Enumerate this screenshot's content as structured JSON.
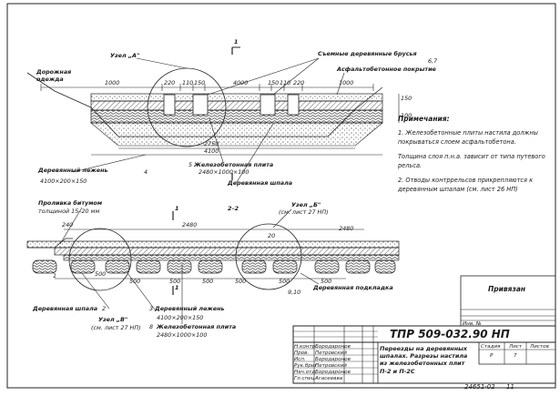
{
  "drawing": {
    "upper_section": {
      "node_a": "Узел „А\"",
      "section_mark_1": "1",
      "removable_bars": "Съемные деревянные брусья",
      "bars_size": "6,7",
      "asphalt_coating": "Асфальтобетонное покрытие",
      "road_surface": "Дорожная одежда",
      "dim_1000_left": "1000",
      "dim_220": "220",
      "dim_110": "110",
      "dim_150": "150",
      "dim_4000": "4000",
      "dim_150b": "150",
      "dim_110b": "110",
      "dim_220b": "220",
      "dim_1000_right": "1000",
      "dim_150_vertical": "150",
      "dim_100_vertical": "100",
      "dim_2750": "2750",
      "dim_4100": "4100",
      "wooden_sleeper_label": "Деревянный лежень",
      "sleeper_size": "4100×200×150",
      "concrete_slab_label": "Железобетонная плита",
      "slab_size": "2480×1000×100",
      "wooden_tie": "Деревянная шпала",
      "num_4": "4",
      "num_5": "5"
    },
    "lower_section": {
      "bitumen_label": "Проливка битумом",
      "bitumen_thickness": "толщиной 15–20 мм",
      "mark_1": "1",
      "mark_2_2": "2–2",
      "node_b": "Узел „Б\"",
      "node_b_ref": "(см. лист 27 НП)",
      "dim_240": "240",
      "dim_2480": "2480",
      "dim_20": "20",
      "dim_2480b": "2480",
      "dim_500_a": "500",
      "dim_500_b": "500",
      "dim_500_c": "500",
      "dim_500_d": "500",
      "dim_500_e": "500",
      "dim_500_f": "500",
      "dim_500_g": "500",
      "wooden_tie": "Деревянная шпала",
      "node_v": "Узел „В\"",
      "node_v_ref": "(см. лист 27 НП)",
      "wooden_sleeper_label": "Деревянный лежень",
      "sleeper_size": "4100×200×150",
      "concrete_slab_label": "Железобетонная плита",
      "slab_size": "2480×1000×100",
      "wooden_pad": "Деревянная подкладка",
      "num_910": "9,10",
      "num_1": "1",
      "num_2": "2",
      "num_3": "3",
      "num_8": "8",
      "mark_1b": "1"
    }
  },
  "notes": {
    "title": "Примечания:",
    "items": [
      "1. Железобетонные плиты настила должны покрываться слоем асфальтобетона.",
      "Толщина слоя п.н.а. зависит от типа путевого рельса.",
      "2. Отводы контррельсов прикрепляются к деревянным шпалам (см. лист 26 НП)"
    ]
  },
  "stamps": {
    "privyazan": "Привязан",
    "inv_no": "Инв. №"
  },
  "title_block": {
    "code": "ТПР 509-032.90 НП",
    "roles": [
      "Н.контр.",
      "Пров.",
      "Исп.",
      "Рук.бриг.",
      "Нач.отд.",
      "Гл.спец."
    ],
    "names": [
      "Бородаронов",
      "Петровский",
      "Бородаронов",
      "Петровский",
      "Бородаронов",
      "Агасеевва"
    ],
    "description": "Переезды на деревянных шпалах. Разрезы настила из железобетонных плит П-2 и П-2С",
    "stage_label": "Стадия",
    "sheet_label": "Лист",
    "sheets_label": "Листов",
    "stage_value": "Р",
    "sheet_value": "7",
    "sheets_value": ""
  },
  "footer": {
    "archive_no": "24651-02",
    "page": "11"
  }
}
